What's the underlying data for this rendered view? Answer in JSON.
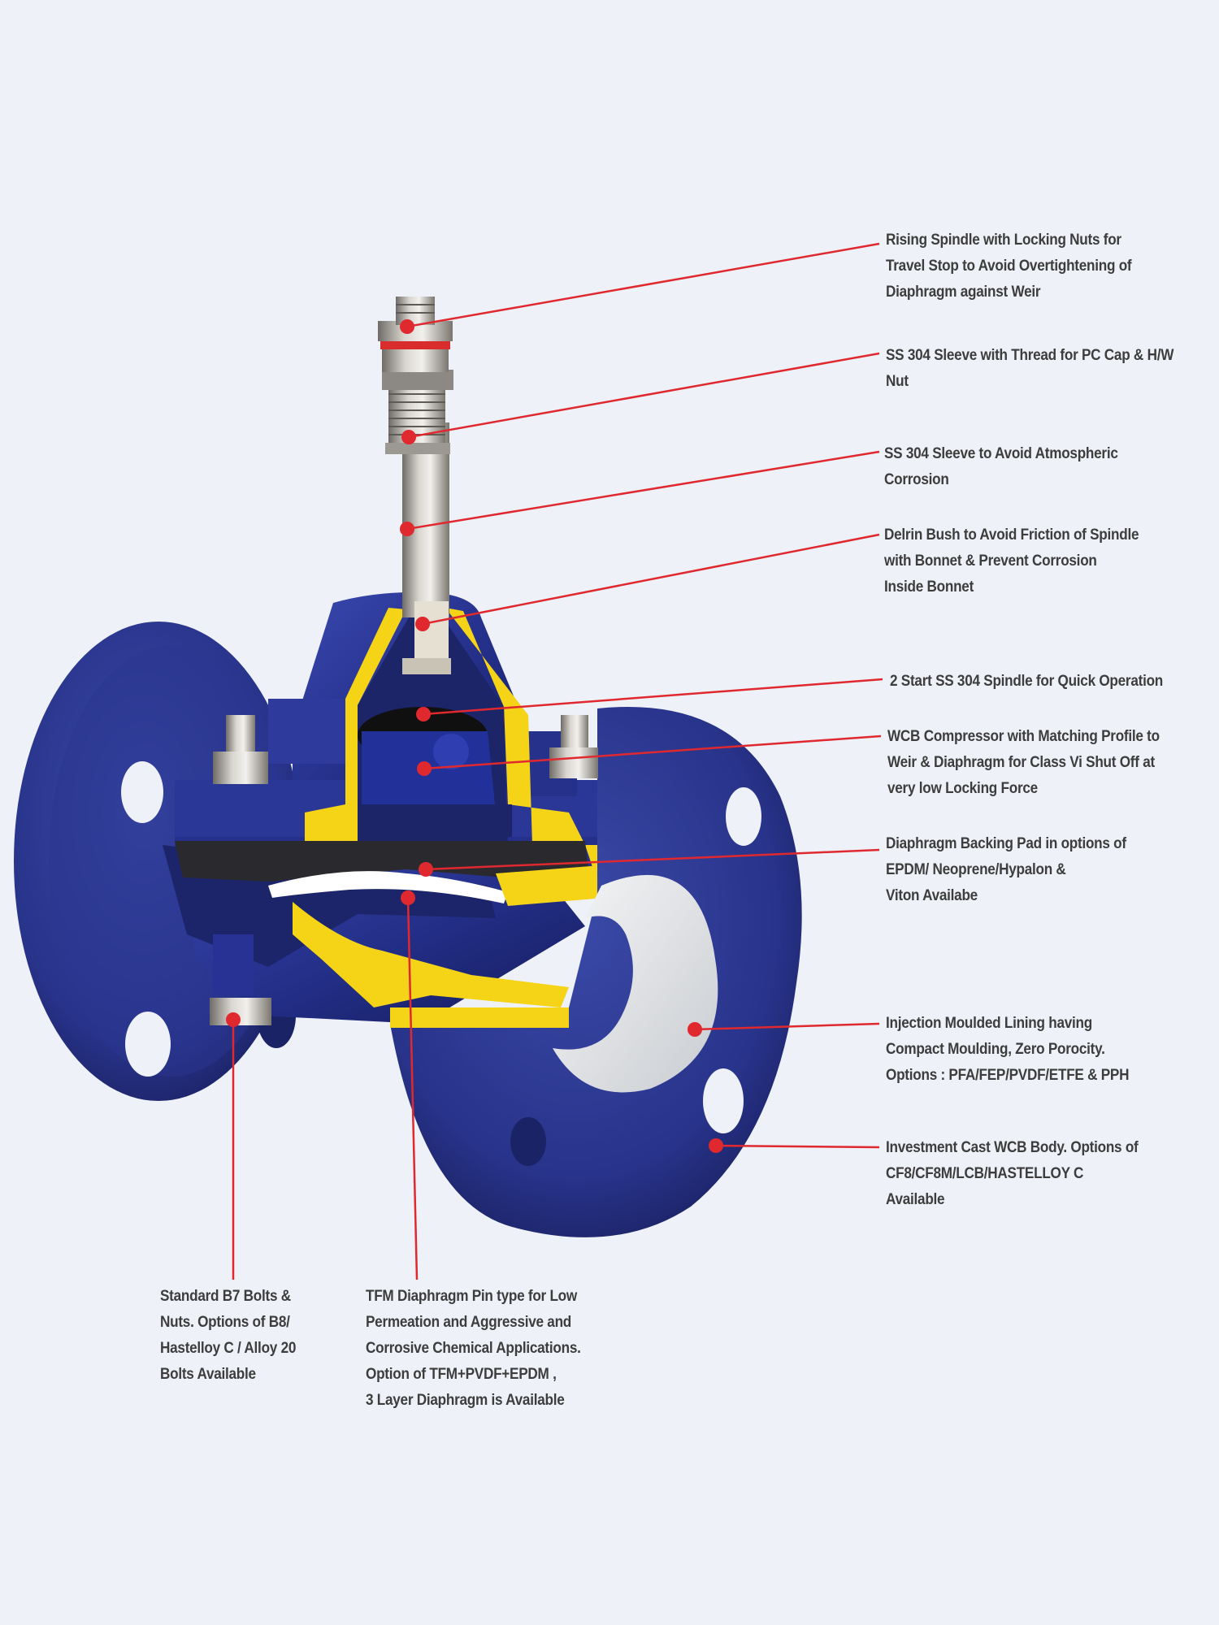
{
  "colors": {
    "background": "#eef1f7",
    "leader_line": "#e0282f",
    "body_blue": "#24308a",
    "cutaway_yellow": "#f5d417",
    "lining_white": "#e8ebee",
    "steel": "#a7a39c",
    "text": "#3d3d3d"
  },
  "callouts": [
    {
      "id": "rising-spindle",
      "lines": [
        "Rising Spindle with Locking Nuts for",
        "Travel Stop to Avoid Overtightening of",
        "Diaphragm against Weir"
      ]
    },
    {
      "id": "ss304-sleeve-thread",
      "lines": [
        "SS 304 Sleeve with Thread for PC Cap & H/W",
        "Nut"
      ]
    },
    {
      "id": "ss304-sleeve-corrosion",
      "lines": [
        "SS 304 Sleeve to Avoid Atmospheric",
        "Corrosion"
      ]
    },
    {
      "id": "delrin-bush",
      "lines": [
        "Delrin Bush to Avoid Friction of Spindle",
        "with Bonnet & Prevent Corrosion",
        "Inside Bonnet"
      ]
    },
    {
      "id": "two-start-spindle",
      "lines": [
        "2 Start SS 304 Spindle for Quick Operation"
      ]
    },
    {
      "id": "wcb-compressor",
      "lines": [
        "WCB Compressor with Matching Profile to",
        "Weir & Diaphragm for Class Vi Shut Off at",
        "very low Locking Force"
      ]
    },
    {
      "id": "diaphragm-backing-pad",
      "lines": [
        "Diaphragm Backing Pad in options of",
        "EPDM/ Neoprene/Hypalon &",
        "Viton Availabe"
      ]
    },
    {
      "id": "injection-moulded-lining",
      "lines": [
        "Injection Moulded Lining having",
        "Compact Moulding, Zero Porocity.",
        "Options : PFA/FEP/PVDF/ETFE & PPH"
      ]
    },
    {
      "id": "investment-cast-body",
      "lines": [
        "Investment Cast WCB Body. Options of",
        "CF8/CF8M/LCB/HASTELLOY C",
        "Available"
      ]
    },
    {
      "id": "b7-bolts",
      "lines": [
        "Standard B7 Bolts &",
        "Nuts. Options of B8/",
        "Hastelloy C / Alloy 20",
        "Bolts Available"
      ]
    },
    {
      "id": "tfm-diaphragm",
      "lines": [
        "TFM Diaphragm Pin type for Low",
        "Permeation and Aggressive and",
        "Corrosive Chemical Applications.",
        "Option of TFM+PVDF+EPDM ,",
        "3 Layer Diaphragm is Available"
      ]
    }
  ]
}
